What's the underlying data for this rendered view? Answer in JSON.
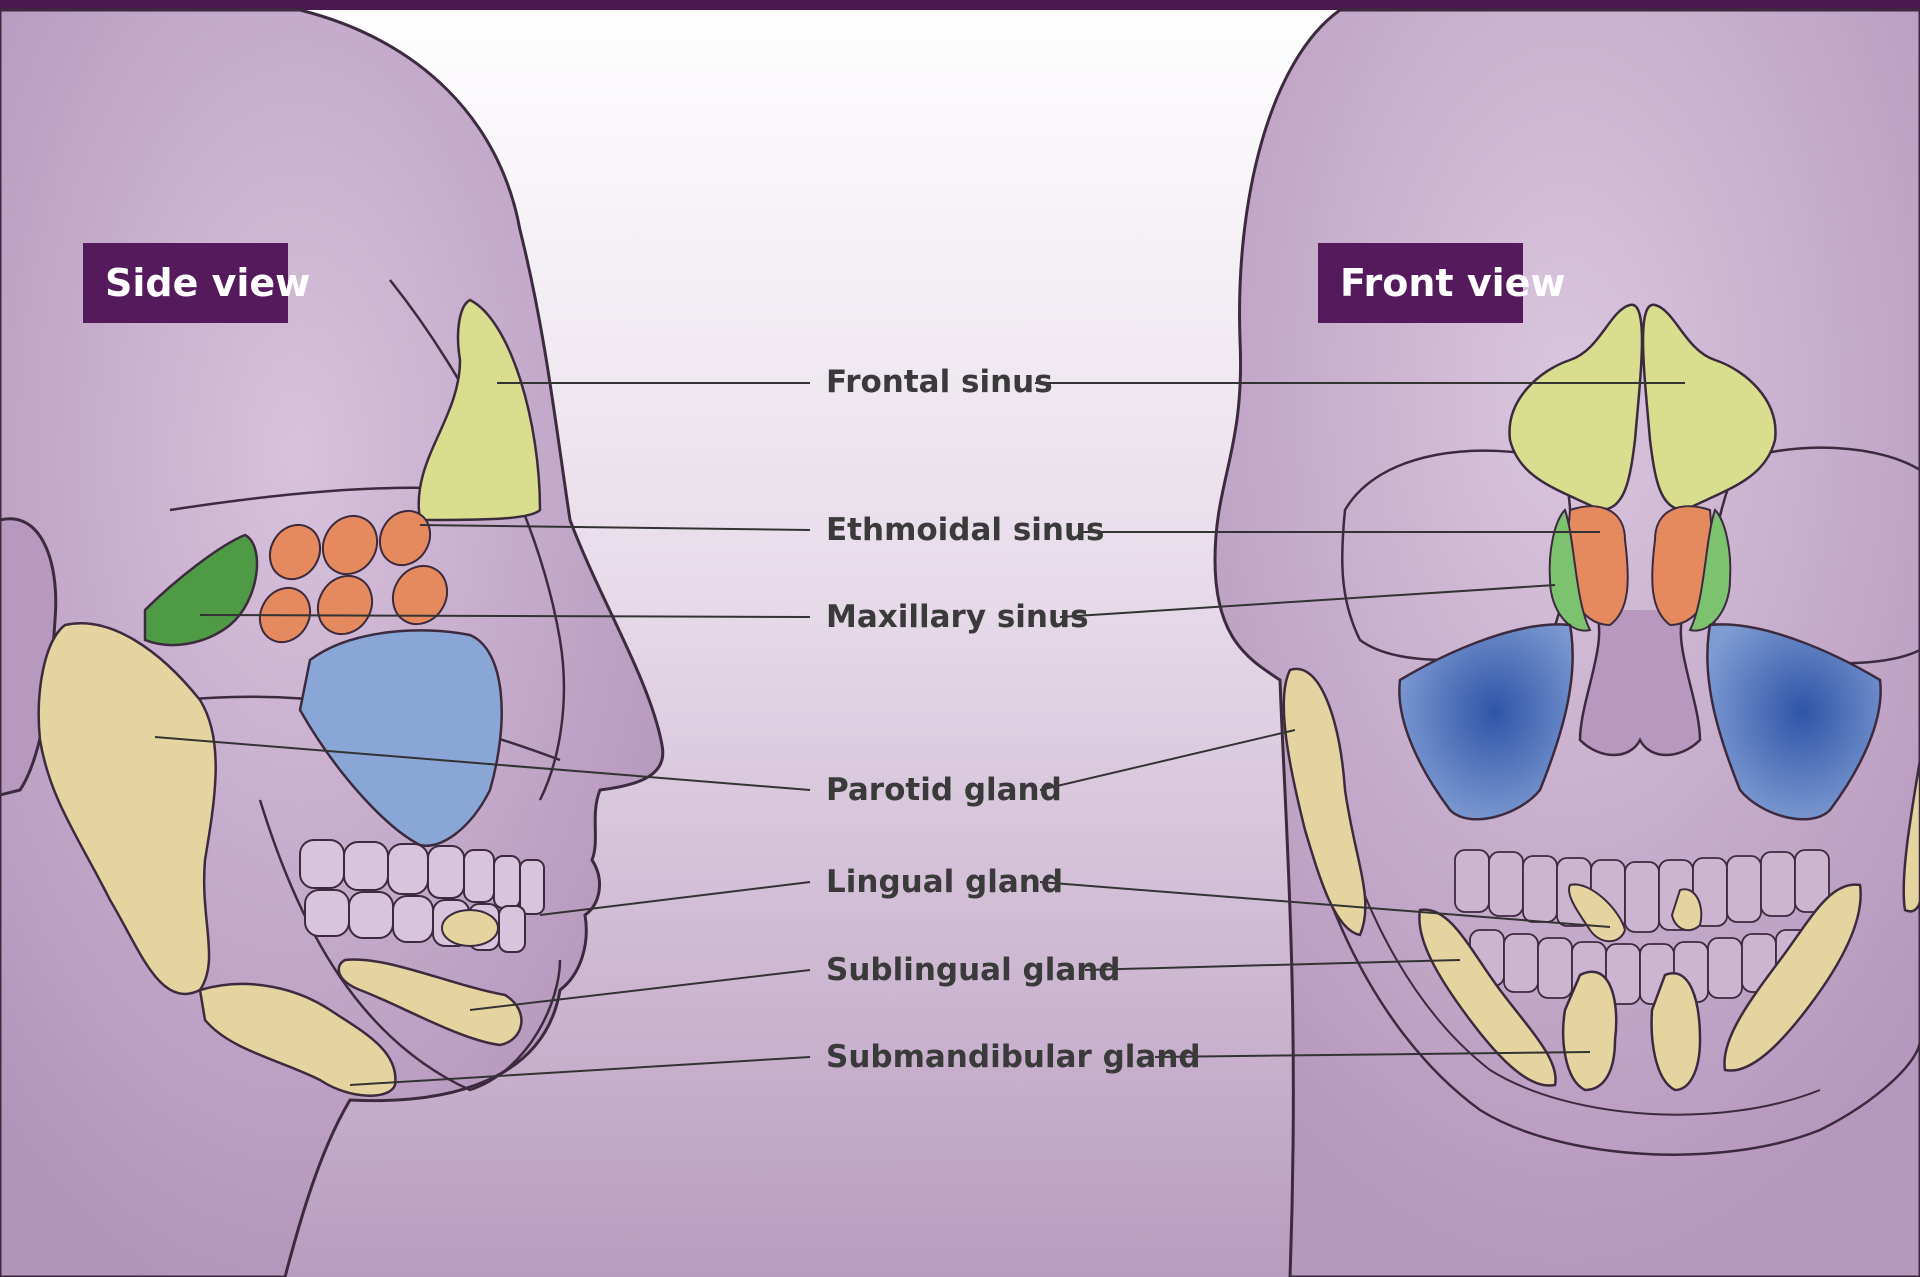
{
  "diagram": {
    "views": {
      "side": {
        "title": "Side view"
      },
      "front": {
        "title": "Front view"
      }
    },
    "labels": {
      "frontal_sinus": "Frontal sinus",
      "ethmoidal_sinus": "Ethmoidal sinus",
      "maxillary_sinus": "Maxillary sinus",
      "parotid_gland": "Parotid gland",
      "lingual_gland": "Lingual gland",
      "sublingual_gland": "Sublingual gland",
      "submandibular_gland": "Submandibular gland"
    },
    "colors": {
      "background_purple": "#c4a6cb",
      "header_bar": "#4a1a4e",
      "label_box": "#551a5c",
      "frontal_sinus": "#d8de8e",
      "ethmoidal_sinus": "#e48a5e",
      "maxillary_sinus": "#8aa6d6",
      "sphenoid_green": "#4f9a45",
      "gland_tan": "#e6d4a0",
      "outline": "#3c2a3e"
    }
  }
}
